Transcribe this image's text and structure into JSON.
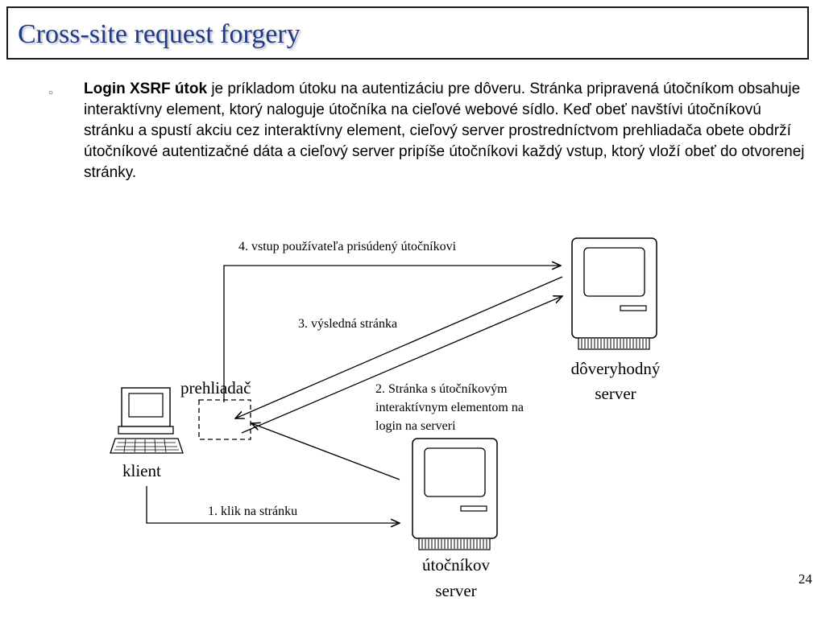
{
  "title": "Cross-site request forgery",
  "bullet": {
    "symbol": "○",
    "bold_lead": "Login XSRF útok",
    "text": " je príkladom útoku na autentizáciu pre dôveru. Stránka pripravená útočníkom obsahuje interaktívny element, ktorý naloguje útočníka na cieľové webové sídlo. Keď obeť navštívi útočníkovú stránku a spustí akciu cez interaktívny element, cieľový server prostredníctvom prehliadača obete obdrží útočníkové autentizačné dáta a cieľový server pripíše útočníkovi každý vstup, ktorý vloží obeť do otvorenej stránky."
  },
  "diagram": {
    "step4": "4. vstup používateľa prisúdený útočníkovi",
    "step3": "3. výsledná stránka",
    "step2": [
      "2. Stránka s útočníkovým",
      "interaktívnym elementom na",
      "login na serveri"
    ],
    "step1": "1. klik na stránku",
    "browser_label": "prehliadač",
    "client_label": "klient",
    "trusted_server_label": [
      "dôveryhodný",
      "server"
    ],
    "attacker_server_label": [
      "útočníkov",
      "server"
    ]
  },
  "page_number": "24"
}
